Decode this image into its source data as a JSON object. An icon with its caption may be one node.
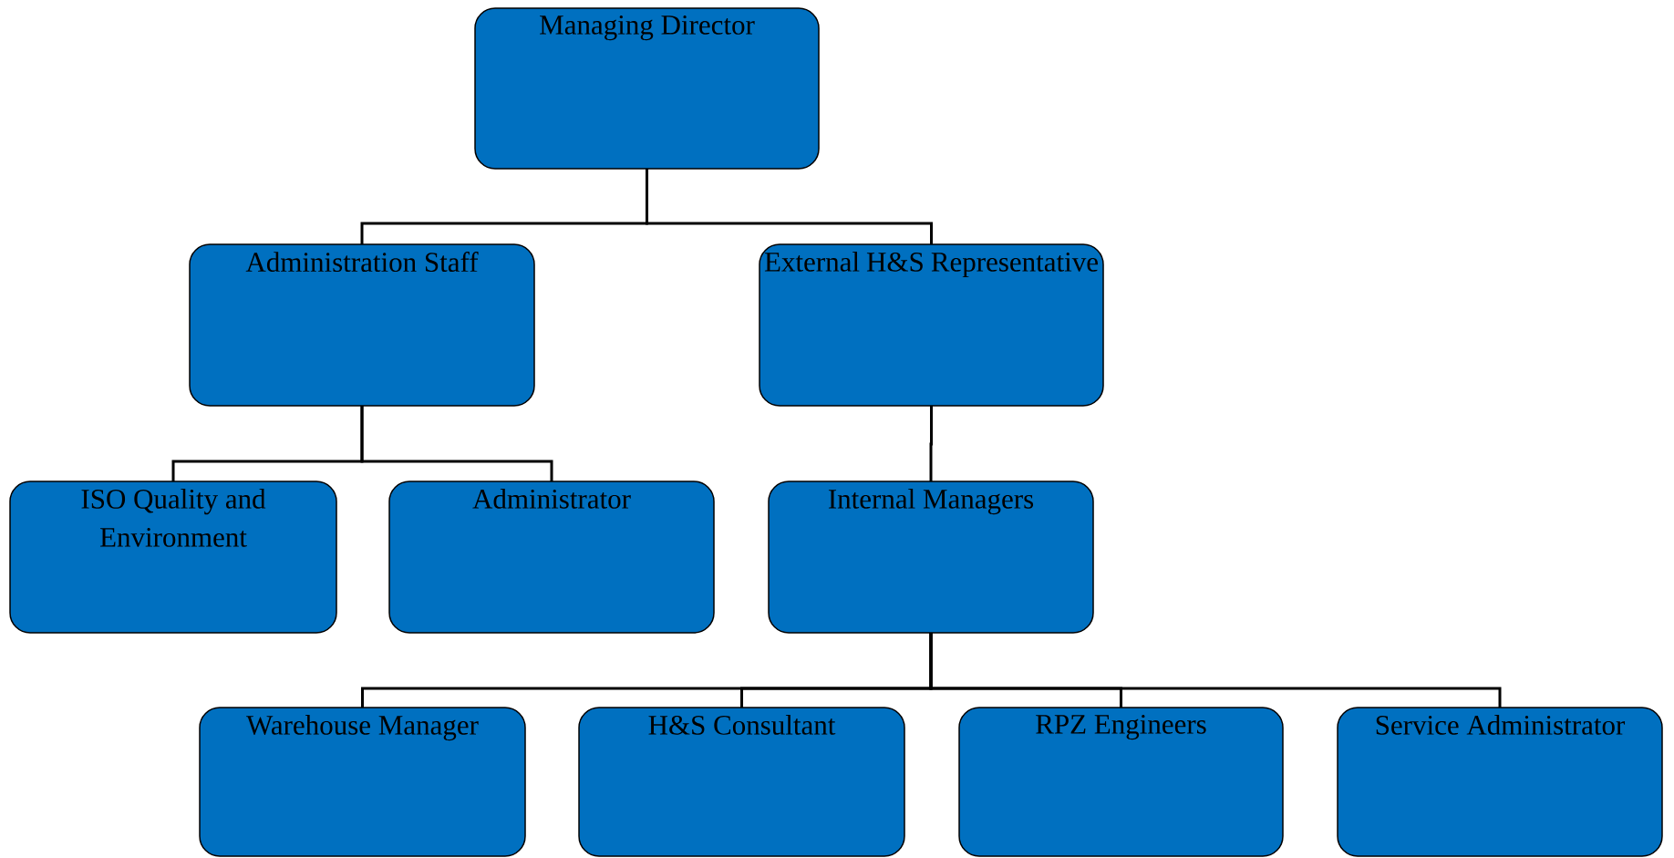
{
  "diagram": {
    "nodes": [
      {
        "text": [
          "Managing Director"
        ]
      },
      {
        "text": [
          "Administration Staff"
        ]
      },
      {
        "text": [
          "External H&S Representative"
        ]
      },
      {
        "text": [
          "ISO Quality and Environment"
        ]
      },
      {
        "text": [
          "Administrator"
        ]
      },
      {
        "text": [
          "Internal Managers"
        ]
      },
      {
        "text": [
          "Warehouse Manager"
        ]
      },
      {
        "text": [
          "H&S Consultant"
        ]
      },
      {
        "text": [
          "RPZ Engineers"
        ]
      },
      {
        "text": [
          "Service Administrator"
        ]
      }
    ],
    "edges": [
      {
        "from": 0,
        "to": 1,
        "arrow": "none"
      },
      {
        "from": 0,
        "to": 2,
        "arrow": "none"
      },
      {
        "from": 1,
        "to": 3,
        "arrow": "none"
      },
      {
        "from": 1,
        "to": 4,
        "arrow": "none"
      },
      {
        "from": 2,
        "to": 5,
        "arrow": "none"
      },
      {
        "from": 5,
        "to": 6,
        "arrow": "none"
      },
      {
        "from": 5,
        "to": 7,
        "arrow": "none"
      },
      {
        "from": 5,
        "to": 8,
        "arrow": "none"
      },
      {
        "from": 5,
        "to": 9,
        "arrow": "none"
      }
    ]
  }
}
